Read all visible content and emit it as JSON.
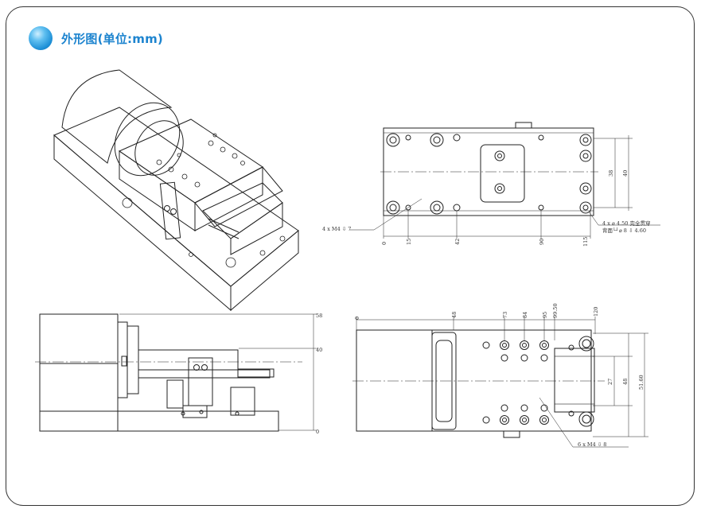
{
  "header": {
    "title": "外形图(单位:mm)",
    "icon": "blue-sphere-icon",
    "accent_color": "#1d84cf"
  },
  "top_view": {
    "dims_horizontal": [
      "0",
      "15",
      "42",
      "90",
      "115"
    ],
    "dims_vertical": [
      "38",
      "40"
    ],
    "callout_left": "4 x M4 ⇩ 7",
    "callout_right_line1": "4 x ⌀ 4.50 完全贯穿",
    "callout_right_line2": "背面└┘⌀ 8 ⇩ 4.60"
  },
  "side_view": {
    "dims_vertical": [
      "58",
      "40",
      "0"
    ]
  },
  "bottom_view": {
    "dims_horizontal": [
      "0",
      "48",
      "73",
      "84",
      "95",
      "99.50",
      "120"
    ],
    "dims_vertical": [
      "27",
      "48",
      "51.60"
    ],
    "callout": "6 x M4 ⇩ 8"
  }
}
